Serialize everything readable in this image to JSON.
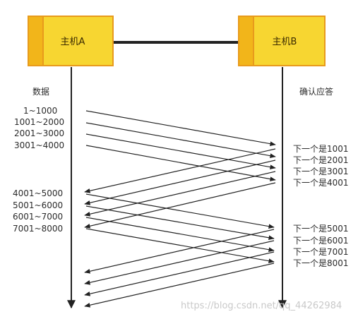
{
  "host_a": {
    "label": "主机A"
  },
  "host_b": {
    "label": "主机B"
  },
  "sender_heading": "数据",
  "receiver_heading": "确认应答",
  "segments_batch1": [
    "1~1000",
    "1001~2000",
    "2001~3000",
    "3001~4000"
  ],
  "segments_batch2": [
    "4001~5000",
    "5001~6000",
    "6001~7000",
    "7001~8000"
  ],
  "acks_batch1": [
    "下一个是1001",
    "下一个是2001",
    "下一个是3001",
    "下一个是4001"
  ],
  "acks_batch2": [
    "下一个是5001",
    "下一个是6001",
    "下一个是7001",
    "下一个是8001"
  ],
  "watermark": "https://blog.csdn.net/qq_44262984",
  "colors": {
    "host_fill": "#F7D631",
    "host_strip": "#F2B51A",
    "host_border": "#E89A1C",
    "line": "#222222"
  }
}
